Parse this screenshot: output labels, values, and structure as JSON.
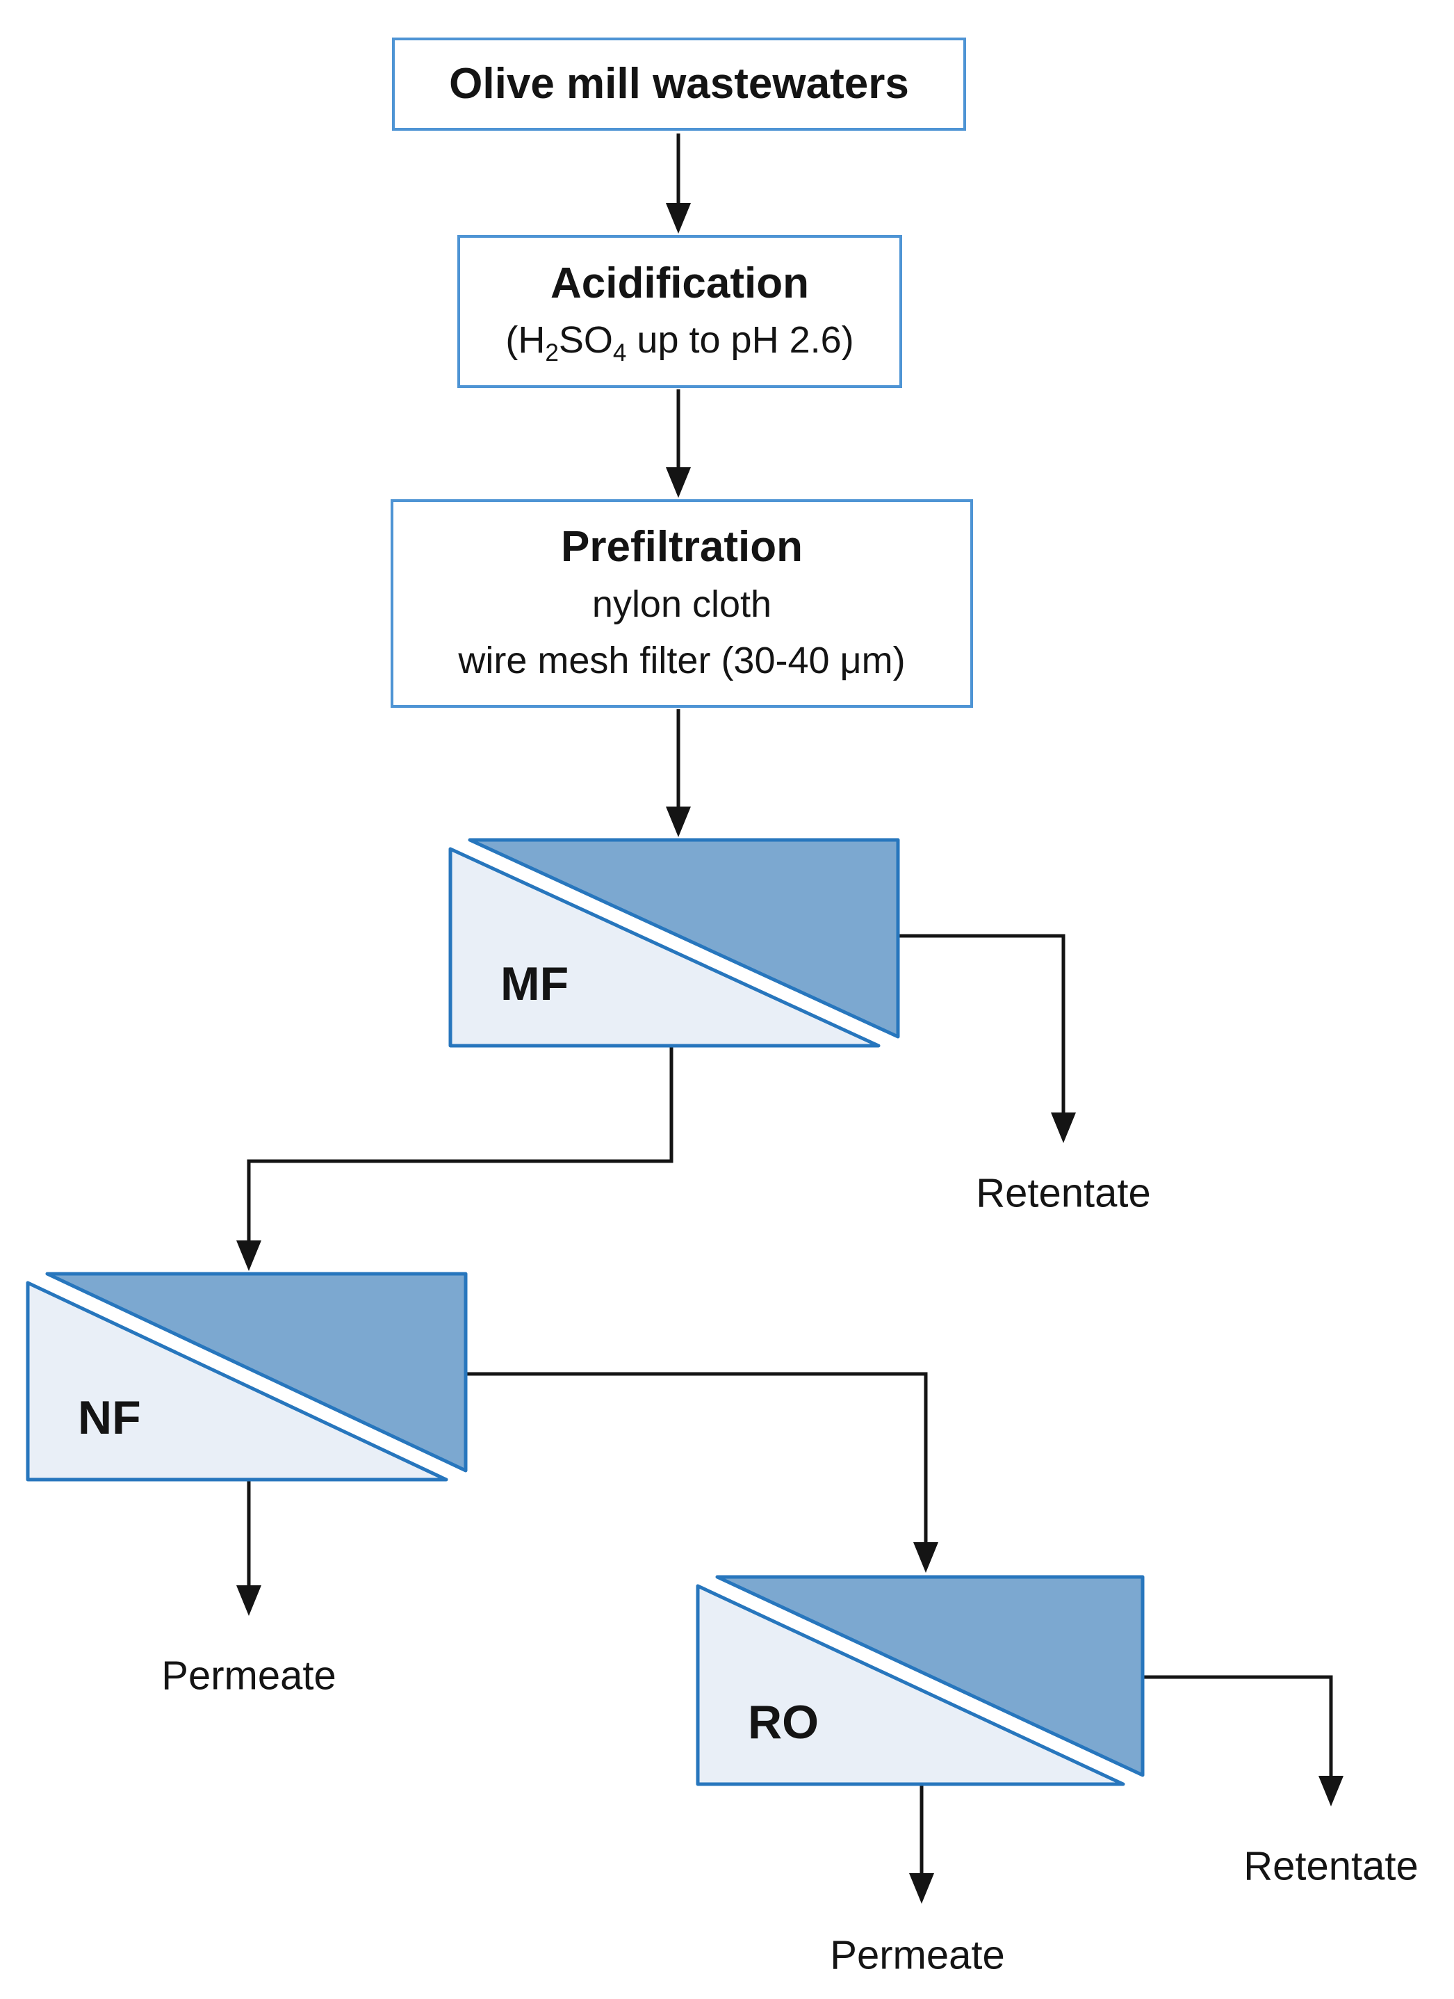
{
  "colors": {
    "box_border": "#4e94d4",
    "box_fill": "#ffffff",
    "membrane_stroke": "#2776bd",
    "membrane_fill_dark": "#7ca8d0",
    "membrane_fill_light": "#e9eff7",
    "arrow_color": "#141414",
    "text_color": "#141414"
  },
  "boxes": {
    "source": {
      "label": "Olive mill wastewaters"
    },
    "acidification": {
      "title": "Acidification",
      "formula": {
        "open": "(H",
        "sub1": "2",
        "mid": "SO",
        "sub2": "4",
        "rest": " up to pH 2.6)"
      }
    },
    "prefiltration": {
      "title": "Prefiltration",
      "line2": "nylon cloth",
      "line3": "wire mesh filter (30-40 μm)"
    }
  },
  "membranes": {
    "mf": {
      "label": "MF"
    },
    "nf": {
      "label": "NF"
    },
    "ro": {
      "label": "RO"
    }
  },
  "streams": {
    "mf_retentate": {
      "label": "Retentate"
    },
    "nf_permeate": {
      "label": "Permeate"
    },
    "ro_retentate": {
      "label": "Retentate"
    },
    "ro_permeate": {
      "label": "Permeate"
    }
  }
}
